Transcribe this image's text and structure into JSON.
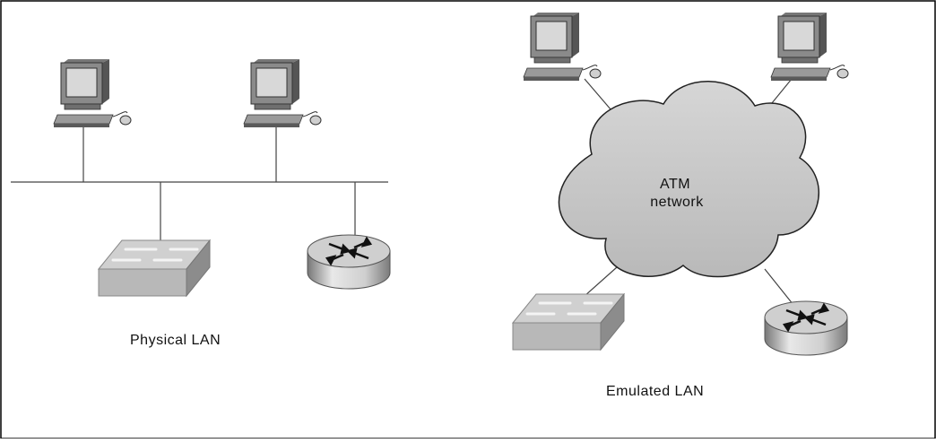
{
  "physical_lan": {
    "label": "Physical LAN"
  },
  "emulated_lan": {
    "label": "Emulated LAN"
  },
  "atm_cloud": {
    "line1": "ATM",
    "line2": "network"
  }
}
